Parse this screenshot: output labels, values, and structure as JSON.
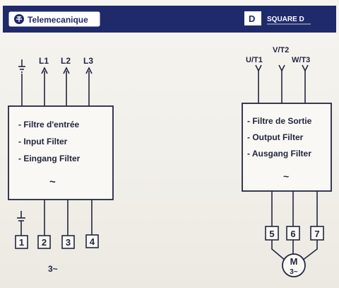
{
  "header": {
    "brand_left": "Telemecanique",
    "brand_right": "SQUARE D",
    "bar_color": "#1f2a6b"
  },
  "input_filter": {
    "top_labels": [
      "L1",
      "L2",
      "L3"
    ],
    "lines": [
      "- Filtre d'entrée",
      "- Input Filter",
      "- Eingang Filter"
    ],
    "symbol": "~",
    "terminals": [
      "1",
      "2",
      "3",
      "4"
    ],
    "supply": "3~"
  },
  "output_filter": {
    "top_labels": [
      "V/T2",
      "U/T1",
      "W/T3"
    ],
    "lines": [
      "- Filtre de Sortie",
      "- Output Filter",
      "- Ausgang Filter"
    ],
    "symbol": "~",
    "terminals": [
      "5",
      "6",
      "7"
    ],
    "motor_label": "M",
    "motor_sub": "3~"
  },
  "colors": {
    "ink": "#23263f"
  }
}
